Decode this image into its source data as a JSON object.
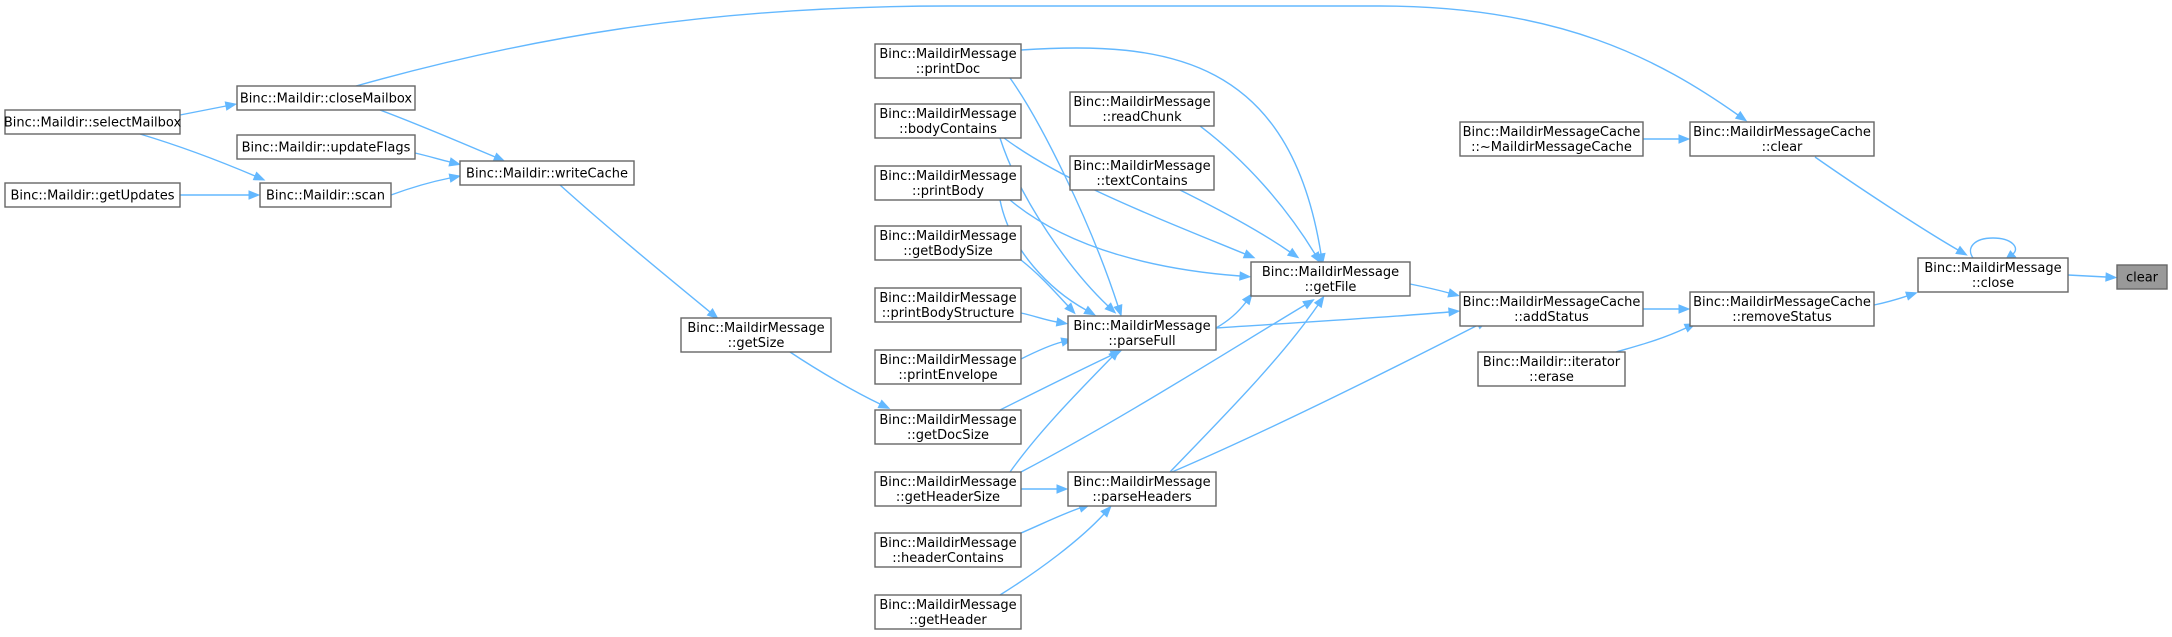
{
  "graph": {
    "edge_color": "#63b8ff",
    "focus_fill": "#999999",
    "nodes": {
      "clear": {
        "lines": [
          "clear"
        ],
        "focus": true
      },
      "close": {
        "lines": [
          "Binc::MaildirMessage",
          "::close"
        ]
      },
      "cache_clear": {
        "lines": [
          "Binc::MaildirMessageCache",
          "::clear"
        ]
      },
      "remove_status": {
        "lines": [
          "Binc::MaildirMessageCache",
          "::removeStatus"
        ]
      },
      "destructor": {
        "lines": [
          "Binc::MaildirMessageCache",
          "::~MaildirMessageCache"
        ]
      },
      "add_status": {
        "lines": [
          "Binc::MaildirMessageCache",
          "::addStatus"
        ]
      },
      "erase": {
        "lines": [
          "Binc::Maildir::iterator",
          "::erase"
        ]
      },
      "get_file": {
        "lines": [
          "Binc::MaildirMessage",
          "::getFile"
        ]
      },
      "parse_full": {
        "lines": [
          "Binc::MaildirMessage",
          "::parseFull"
        ]
      },
      "parse_headers": {
        "lines": [
          "Binc::MaildirMessage",
          "::parseHeaders"
        ]
      },
      "read_chunk": {
        "lines": [
          "Binc::MaildirMessage",
          "::readChunk"
        ]
      },
      "text_contains": {
        "lines": [
          "Binc::MaildirMessage",
          "::textContains"
        ]
      },
      "print_doc": {
        "lines": [
          "Binc::MaildirMessage",
          "::printDoc"
        ]
      },
      "body_contains": {
        "lines": [
          "Binc::MaildirMessage",
          "::bodyContains"
        ]
      },
      "print_body": {
        "lines": [
          "Binc::MaildirMessage",
          "::printBody"
        ]
      },
      "get_body_size": {
        "lines": [
          "Binc::MaildirMessage",
          "::getBodySize"
        ]
      },
      "print_body_structure": {
        "lines": [
          "Binc::MaildirMessage",
          "::printBodyStructure"
        ]
      },
      "print_envelope": {
        "lines": [
          "Binc::MaildirMessage",
          "::printEnvelope"
        ]
      },
      "get_doc_size": {
        "lines": [
          "Binc::MaildirMessage",
          "::getDocSize"
        ]
      },
      "get_header_size": {
        "lines": [
          "Binc::MaildirMessage",
          "::getHeaderSize"
        ]
      },
      "header_contains": {
        "lines": [
          "Binc::MaildirMessage",
          "::headerContains"
        ]
      },
      "get_header": {
        "lines": [
          "Binc::MaildirMessage",
          "::getHeader"
        ]
      },
      "get_size": {
        "lines": [
          "Binc::MaildirMessage",
          "::getSize"
        ]
      },
      "write_cache": {
        "lines": [
          "Binc::Maildir::writeCache"
        ]
      },
      "close_mailbox": {
        "lines": [
          "Binc::Maildir::closeMailbox"
        ]
      },
      "update_flags": {
        "lines": [
          "Binc::Maildir::updateFlags"
        ]
      },
      "scan": {
        "lines": [
          "Binc::Maildir::scan"
        ]
      },
      "select_mailbox": {
        "lines": [
          "Binc::Maildir::selectMailbox"
        ]
      },
      "get_updates": {
        "lines": [
          "Binc::Maildir::getUpdates"
        ]
      }
    },
    "edges": [
      [
        "close",
        "clear"
      ],
      [
        "close",
        "close"
      ],
      [
        "cache_clear",
        "close"
      ],
      [
        "remove_status",
        "close"
      ],
      [
        "destructor",
        "cache_clear"
      ],
      [
        "close_mailbox",
        "cache_clear"
      ],
      [
        "add_status",
        "remove_status"
      ],
      [
        "erase",
        "remove_status"
      ],
      [
        "get_file",
        "add_status"
      ],
      [
        "parse_full",
        "add_status"
      ],
      [
        "parse_headers",
        "add_status"
      ],
      [
        "print_doc",
        "get_file"
      ],
      [
        "read_chunk",
        "get_file"
      ],
      [
        "text_contains",
        "get_file"
      ],
      [
        "body_contains",
        "get_file"
      ],
      [
        "print_body",
        "get_file"
      ],
      [
        "parse_full",
        "get_file"
      ],
      [
        "get_header_size",
        "get_file"
      ],
      [
        "parse_headers",
        "get_file"
      ],
      [
        "print_doc",
        "parse_full"
      ],
      [
        "body_contains",
        "parse_full"
      ],
      [
        "print_body",
        "parse_full"
      ],
      [
        "get_body_size",
        "parse_full"
      ],
      [
        "print_body_structure",
        "parse_full"
      ],
      [
        "print_envelope",
        "parse_full"
      ],
      [
        "get_doc_size",
        "parse_full"
      ],
      [
        "get_header_size",
        "parse_full"
      ],
      [
        "get_header_size",
        "parse_headers"
      ],
      [
        "header_contains",
        "parse_headers"
      ],
      [
        "get_header",
        "parse_headers"
      ],
      [
        "get_size",
        "get_doc_size"
      ],
      [
        "write_cache",
        "get_size"
      ],
      [
        "close_mailbox",
        "write_cache"
      ],
      [
        "update_flags",
        "write_cache"
      ],
      [
        "scan",
        "write_cache"
      ],
      [
        "select_mailbox",
        "close_mailbox"
      ],
      [
        "select_mailbox",
        "scan"
      ],
      [
        "get_updates",
        "scan"
      ]
    ]
  }
}
